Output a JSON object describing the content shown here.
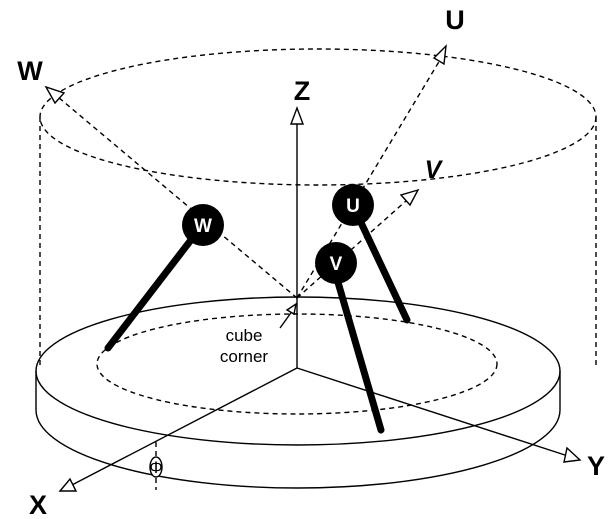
{
  "axes": {
    "u": "U",
    "v": "V",
    "w": "W",
    "x": "X",
    "y": "Y",
    "z": "Z"
  },
  "balls": {
    "u": "U",
    "v": "V",
    "w": "W"
  },
  "annotations": {
    "cube_corner_line1": "cube",
    "cube_corner_line2": "corner",
    "phi_symbol": "Φ"
  }
}
